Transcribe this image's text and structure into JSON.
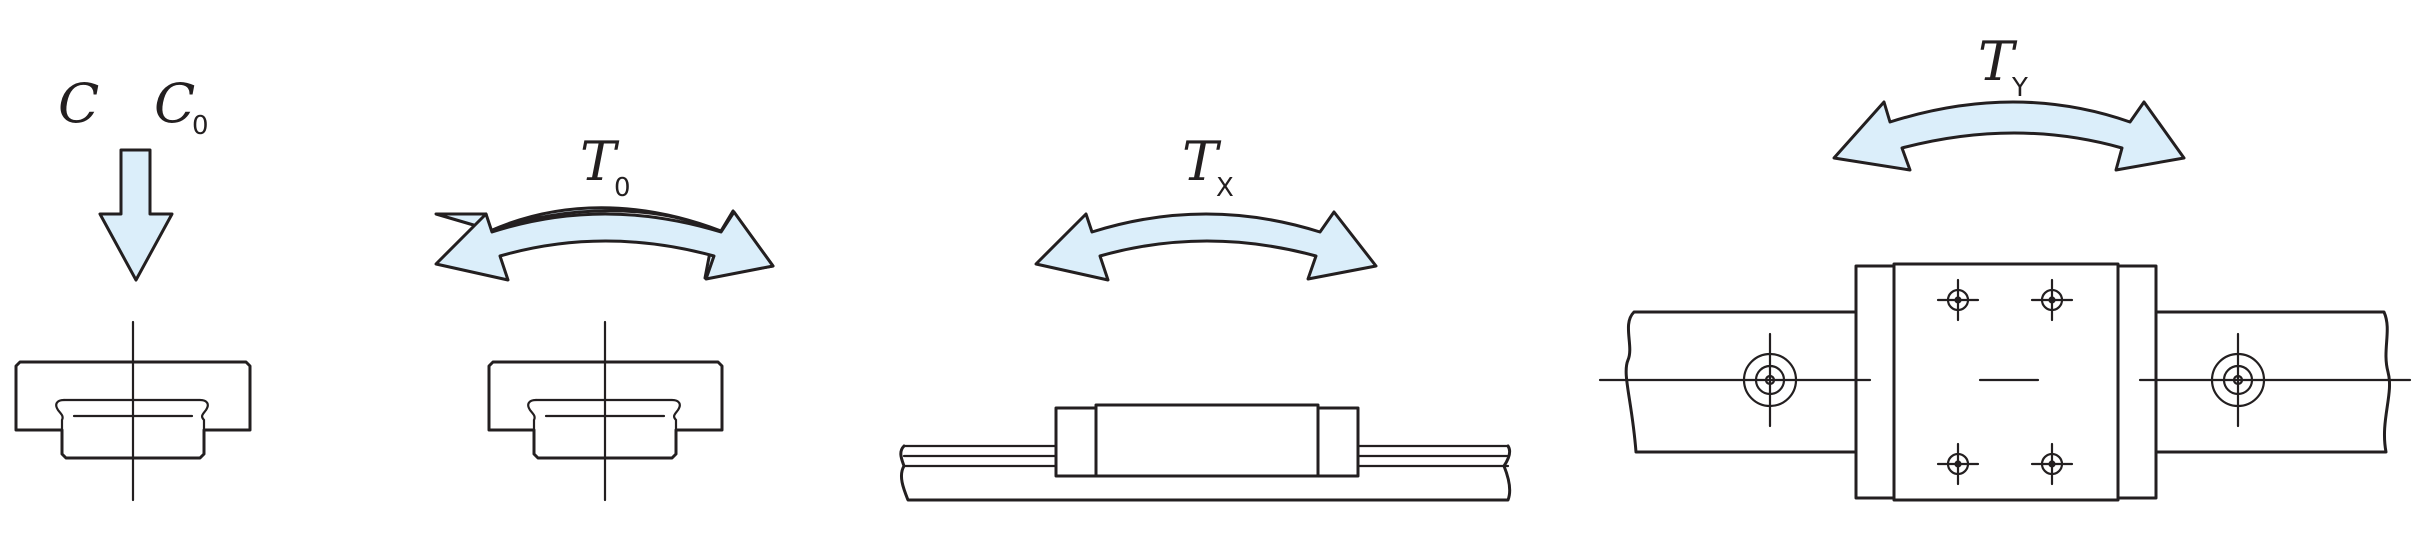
{
  "panels": [
    {
      "id": "radial_load",
      "symbol_1": "C",
      "symbol_2": "C",
      "symbol_2_sub": "0"
    },
    {
      "id": "moment_t0",
      "symbol": "T",
      "sub": "0"
    },
    {
      "id": "moment_tx",
      "symbol": "T",
      "sub": "X"
    },
    {
      "id": "moment_ty",
      "symbol": "T",
      "sub": "Y"
    }
  ],
  "colors": {
    "arrow_fill": "#dbeefa",
    "line": "#231f20",
    "background": "#ffffff"
  }
}
